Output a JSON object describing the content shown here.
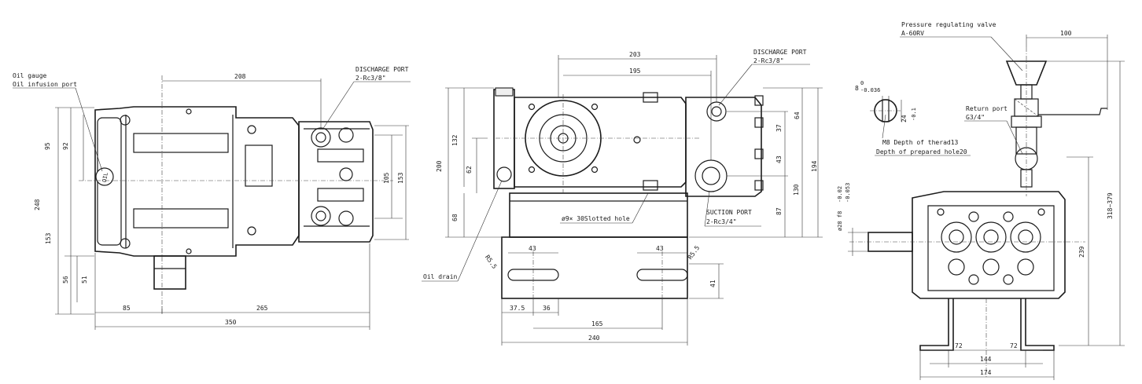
{
  "views": {
    "side": {
      "labels": {
        "oil_gauge": "Oil gauge",
        "oil_infusion": "Oil infusion port",
        "discharge_port": "DISCHARGE  PORT",
        "discharge_size": "2-Rc3/8\"",
        "oil_mark": "OIL"
      },
      "dims": {
        "d208": "208",
        "d95": "95",
        "d92": "92",
        "d248": "248",
        "d153a": "153",
        "d56": "56",
        "d51": "51",
        "d105": "105",
        "d153b": "153",
        "d85": "85",
        "d265": "265",
        "d350": "350"
      }
    },
    "front": {
      "labels": {
        "discharge_port": "DISCHARGE  PORT",
        "discharge_size": "2-Rc3/8\"",
        "suction_port": "SUCTION  PORT",
        "suction_size": "2-Rc3/4\"",
        "slotted_hole": "ø9× 30Slotted hole",
        "oil_drain": "Oil drain",
        "r55a": "R5.5",
        "r55b": "R5.5"
      },
      "dims": {
        "d203": "203",
        "d195": "195",
        "d132": "132",
        "d200": "200",
        "d62": "62",
        "d68": "68",
        "d64": "64",
        "d37": "37",
        "d43": "43",
        "d194": "194",
        "d130": "130",
        "d87": "87",
        "d43a": "43",
        "d43b": "43",
        "d41": "41",
        "d375": "37.5",
        "d36": "36",
        "d165": "165",
        "d240": "240"
      }
    },
    "end": {
      "labels": {
        "prv_title": "Pressure regulating valve",
        "prv_model": "A-60RV",
        "return_port": "Return port",
        "return_size": "G3/4\"",
        "m8": "M8  Depth of therad13",
        "prepared": "Depth of prepared hole20",
        "key_width": "8",
        "key_tol": "-0.036",
        "key_tol_top": "0",
        "d24": "24",
        "d24_tol": "-0.1",
        "shaft_dia": "ø28 f8",
        "shaft_tol_a": "-0.02",
        "shaft_tol_b": "-0.053"
      },
      "dims": {
        "d100": "100",
        "d239": "239",
        "d318": "318~379",
        "d72a": "72",
        "d72b": "72",
        "d144": "144",
        "d174": "174"
      }
    }
  }
}
